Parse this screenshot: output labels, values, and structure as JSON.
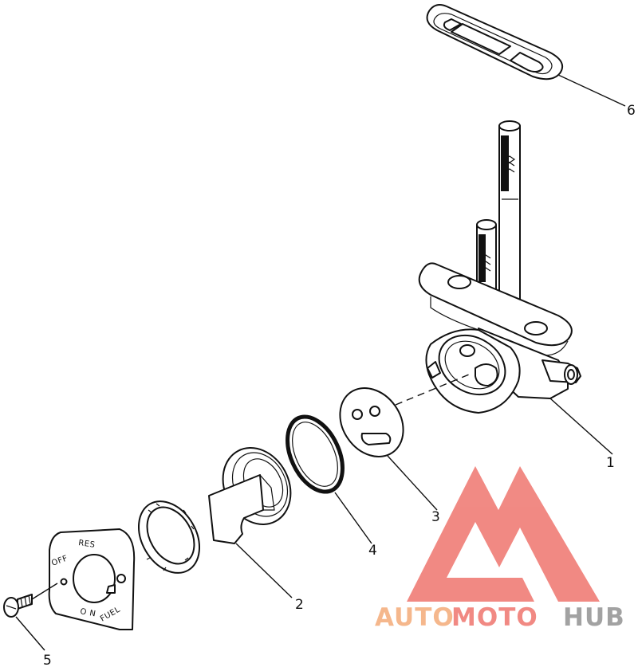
{
  "parts": {
    "p1": "1",
    "p2": "2",
    "p3": "3",
    "p4": "4",
    "p5": "5",
    "p6": "6"
  },
  "dial_labels": {
    "res": "RES",
    "off": "OFF",
    "on": "O N",
    "fuel": "FUEL"
  },
  "watermark": {
    "auto": "AUTO",
    "moto": "MOTO",
    "hub": "HUB",
    "color_orange": "#f5b183",
    "color_red": "#f08079",
    "color_gray": "#9b9b9b"
  }
}
